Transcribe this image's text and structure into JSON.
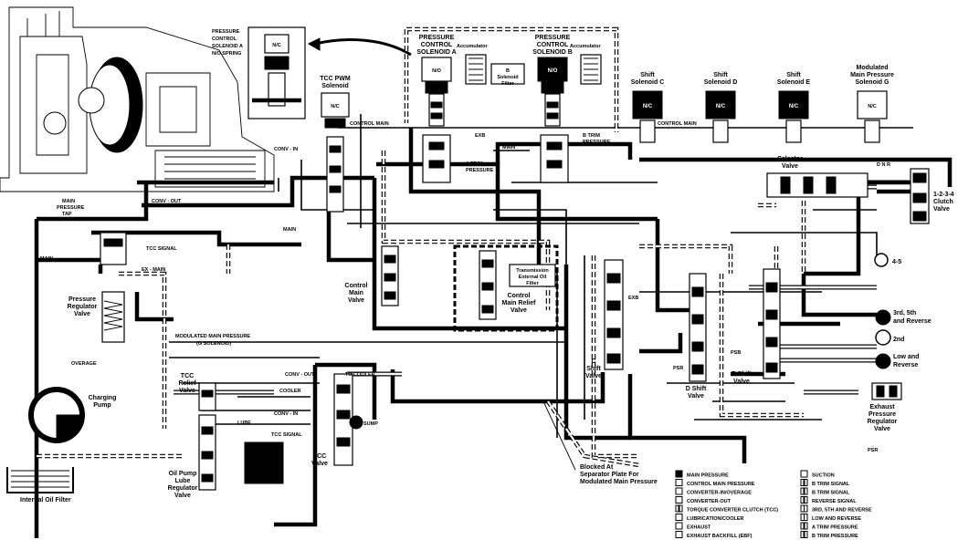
{
  "transmission": {
    "pressure_control_solenoid_a": "PRESSURE CONTROL SOLENOID A",
    "pressure_control_solenoid_b": "PRESSURE CONTROL SOLENOID B",
    "accumulator_a": "Accumulator",
    "accumulator_b": "Accumulator",
    "solenoid_filter": "B Solenoid Filter",
    "inset_label": "PRESSURE CONTROL SOLENOID A N/O SPRING",
    "tcc_pwm_solenoid": "TCC PWM Solenoid",
    "shift_solenoid_c": "Shift Solenoid C",
    "shift_solenoid_d": "Shift Solenoid D",
    "shift_solenoid_e": "Shift Solenoid E",
    "modulated_main_pressure_solenoid_g": "Modulated Main Pressure Solenoid G",
    "selector_valve": "Selector Valve",
    "selector_positions": "D N R",
    "clutch_valve": "1-2-3-4 Clutch Valve",
    "clutch_4_5": "4-5",
    "clutch_3rd_5th_reverse": "3rd, 5th and Reverse",
    "clutch_2nd": "2nd",
    "clutch_low_reverse": "Low and Reverse",
    "exhaust_regulator": "Exhaust Pressure Regulator Valve",
    "control_main_valve": "Control Main Valve",
    "control_main_relief_valve": "Control Main Relief Valve",
    "transmission_external_oil_filter": "Transmission External Oil Filter",
    "pressure_regulator_valve": "Pressure Regulator Valve",
    "charging_pump": "Charging Pump",
    "tcc_relief_valve": "TCC Relief Valve",
    "tcc_valve": "TCC Valve",
    "oil_pump_lube_regulator_valve": "Oil Pump Lube Regulator Valve",
    "internal_oil_filter": "Internal Oil Filter",
    "c_shift_valve": "C Shift Valve",
    "d_shift_valve": "D Shift Valve",
    "e_shift_valve": "E Shift Valve",
    "blocked_note": "Blocked At Separator Plate For Modulated Main Pressure",
    "main_pressure_tap": "MAIN PRESSURE TAP",
    "line_labels": {
      "main": "MAIN",
      "control_main": "CONTROL MAIN",
      "conv_in": "CONV - IN",
      "conv_out": "CONV - OUT",
      "tcc_signal": "TCC SIGNAL",
      "ex_main": "EX - MAIN",
      "modulated_main": "MODULATED MAIN PRESSURE (G SOLENOID)",
      "overage": "OVERAGE",
      "to_cooler": "TO COOLER",
      "tcc": "TCC",
      "cooler": "COOLER",
      "lube": "LUBE",
      "sump": "SUMP",
      "a_trim": "A TRIM PRESSURE",
      "b_trim": "B TRIM PRESSURE",
      "exb": "EXB",
      "ex": "EX",
      "b_trim_short": "B TRIM",
      "psr": "PSR",
      "psb": "PSB",
      "no": "N/O",
      "nc": "N/C"
    },
    "legend_left": [
      {
        "pattern": "solid",
        "label": "MAIN PRESSURE"
      },
      {
        "pattern": "thin",
        "label": "CONTROL MAIN PRESSURE"
      },
      {
        "pattern": "hollow",
        "label": "CONVERTER-IN/OVERAGE"
      },
      {
        "pattern": "hollow",
        "label": "CONVERTER-OUT"
      },
      {
        "pattern": "striped",
        "label": "TORQUE CONVERTER CLUTCH (TCC)"
      },
      {
        "pattern": "hollow",
        "label": "LUBRICATION/COOLER"
      },
      {
        "pattern": "hollow",
        "label": "EXHAUST"
      },
      {
        "pattern": "hollow",
        "label": "EXHAUST BACKFILL (EBF)"
      }
    ],
    "legend_right": [
      {
        "pattern": "thin",
        "label": "SUCTION"
      },
      {
        "pattern": "dashed",
        "label": "B TRIM SIGNAL"
      },
      {
        "pattern": "dashed",
        "label": "B TRIM SIGNAL"
      },
      {
        "pattern": "dashed",
        "label": "REVERSE SIGNAL"
      },
      {
        "pattern": "double",
        "label": "3RD, 5TH AND REVERSE"
      },
      {
        "pattern": "double",
        "label": "LOW AND REVERSE"
      },
      {
        "pattern": "striped",
        "label": "A TRIM PRESSURE"
      },
      {
        "pattern": "striped",
        "label": "B TRIM PRESSURE"
      }
    ]
  }
}
